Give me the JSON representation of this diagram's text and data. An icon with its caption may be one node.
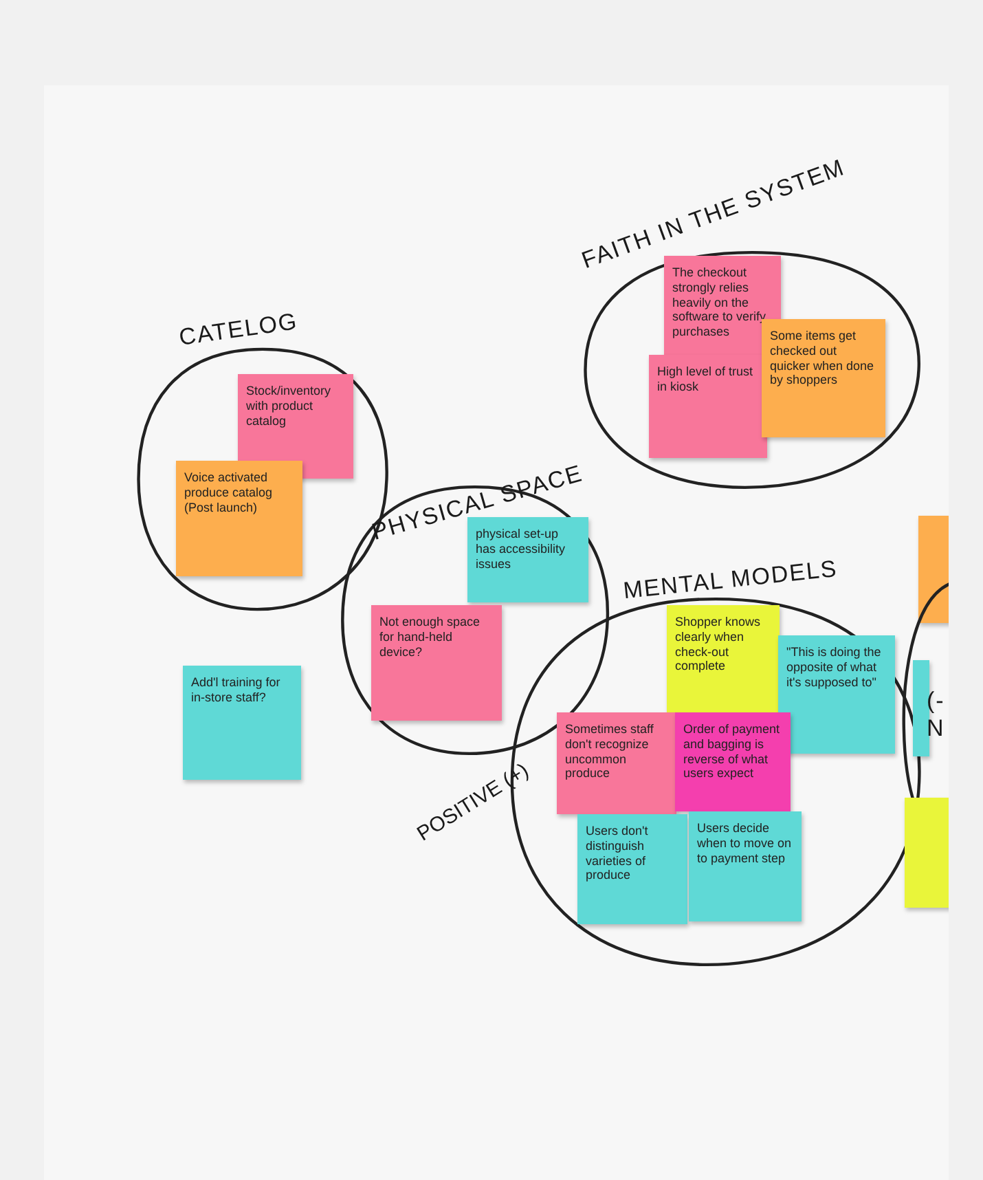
{
  "diagram": {
    "nodes": [
      {
        "text": [
          "FAITH IN THE SYSTEM"
        ]
      },
      {
        "text": [
          "The checkout strongly relies heavily on the software to verify purchases"
        ],
        "in": 0
      },
      {
        "text": [
          "High level of trust in kiosk"
        ],
        "in": 0
      },
      {
        "text": [
          "Some items get checked out quicker when done by shoppers"
        ],
        "in": 0
      },
      {
        "text": [
          "CATELOG"
        ]
      },
      {
        "text": [
          "Stock/inventory with product catalog"
        ],
        "in": 4
      },
      {
        "text": [
          "Voice activated produce catalog (Post launch)"
        ],
        "in": 4
      },
      {
        "text": [
          "PHYSICAL SPACE"
        ]
      },
      {
        "text": [
          "physical set-up has accessibility issues"
        ],
        "in": 7
      },
      {
        "text": [
          "Not enough space for hand-held device?"
        ],
        "in": 7
      },
      {
        "text": [
          "Add'l training for in-store staff?"
        ]
      },
      {
        "text": [
          "MENTAL MODELS"
        ]
      },
      {
        "text": [
          "Shopper knows clearly when check-out complete"
        ],
        "in": 11
      },
      {
        "text": [
          "\"This is doing the opposite of what it's supposed to\""
        ],
        "in": 11
      },
      {
        "text": [
          "Sometimes staff don't recognize uncommon produce"
        ],
        "in": 11
      },
      {
        "text": [
          "Order of payment and bagging is reverse of what users expect"
        ],
        "in": 11
      },
      {
        "text": [
          "Users don't distinguish varieties of produce"
        ],
        "in": 11
      },
      {
        "text": [
          "Users decide when to move on to payment step"
        ],
        "in": 11
      },
      {
        "text": [],
        "shape": "box"
      },
      {
        "text": [
          "(- N"
        ]
      },
      {
        "text": [],
        "shape": "box",
        "in": 19
      },
      {
        "text": [],
        "shape": "box"
      }
    ],
    "labels": [
      "POSITIVE (+)"
    ]
  }
}
